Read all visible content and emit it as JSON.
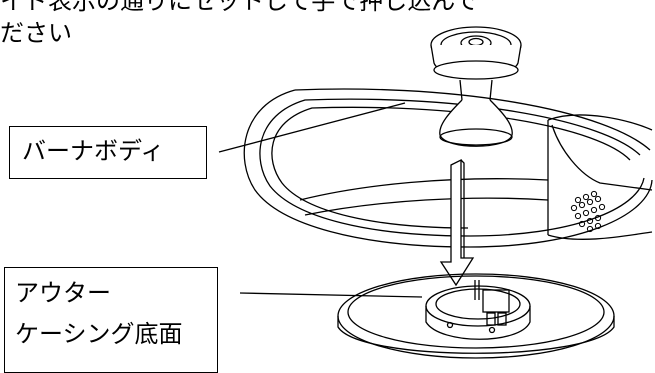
{
  "header": {
    "line1": "イド表示の通りにセットして手で押し込んで",
    "line2": "ださい"
  },
  "callouts": {
    "burner_body": "バーナボディ",
    "outer_casing_line1": "アウター",
    "outer_casing_line2": "ケーシング底面"
  }
}
